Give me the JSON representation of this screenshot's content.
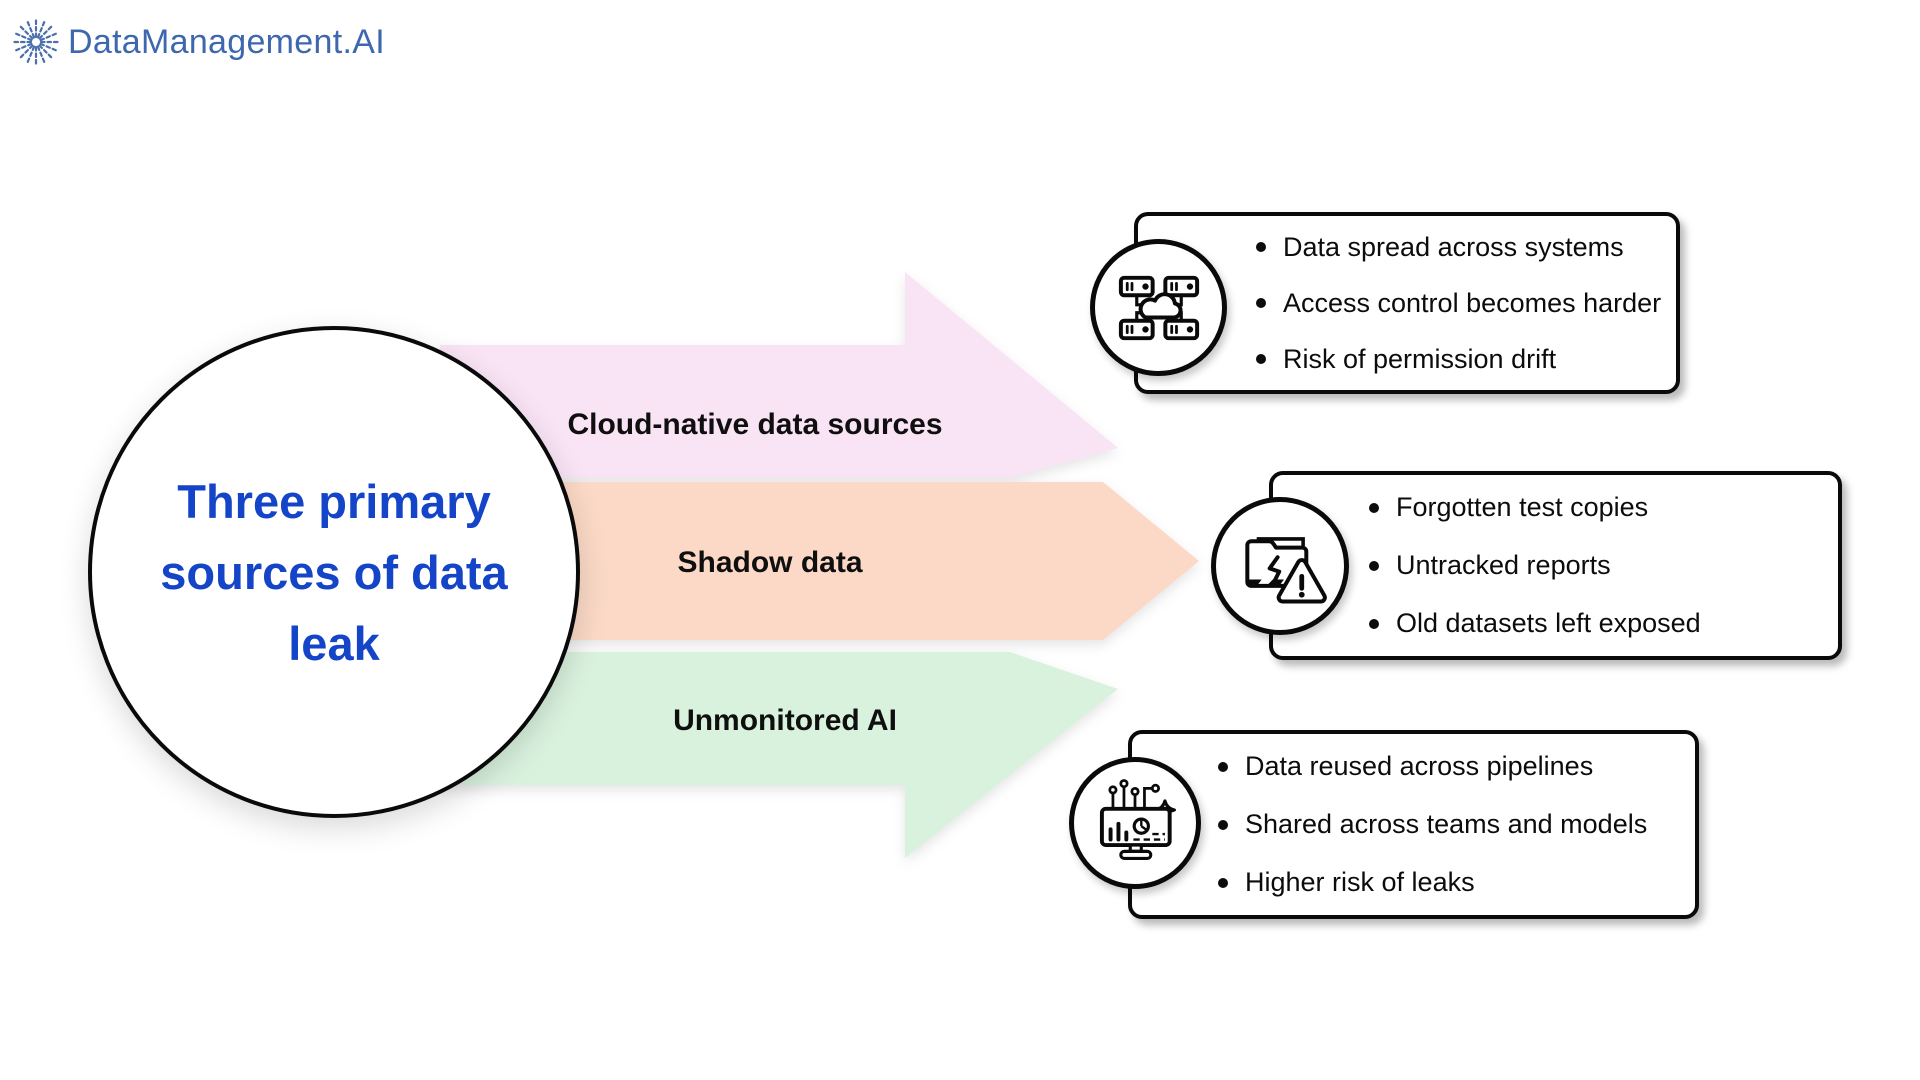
{
  "logo": {
    "text": "DataManagement.AI"
  },
  "colors": {
    "title_blue": "#1444c8",
    "logo_blue": "#3e68ae",
    "arrow_pink": "#f9e4f5",
    "arrow_peach": "#fbd9c6",
    "arrow_green": "#d9f2de",
    "outline_black": "#0a0a0a"
  },
  "center_circle": {
    "title": "Three primary sources of data leak",
    "lines": [
      "Three primary",
      "sources of data",
      "leak"
    ]
  },
  "arrows": [
    {
      "label": "Cloud-native data sources",
      "color": "#f9e4f5",
      "target_icon": "cloud-network-icon"
    },
    {
      "label": "Shadow data",
      "color": "#fbd9c6",
      "target_icon": "broken-folder-warning-icon"
    },
    {
      "label": "Unmonitored AI",
      "color": "#d9f2de",
      "target_icon": "ai-analytics-monitor-icon"
    }
  ],
  "boxes": [
    {
      "bullets": [
        "Data spread across systems",
        "Access control becomes harder",
        "Risk of permission drift"
      ]
    },
    {
      "bullets": [
        "Forgotten test copies",
        "Untracked reports",
        "Old datasets left exposed"
      ]
    },
    {
      "bullets": [
        "Data reused across pipelines",
        "Shared across teams and models",
        "Higher risk of leaks"
      ]
    }
  ]
}
